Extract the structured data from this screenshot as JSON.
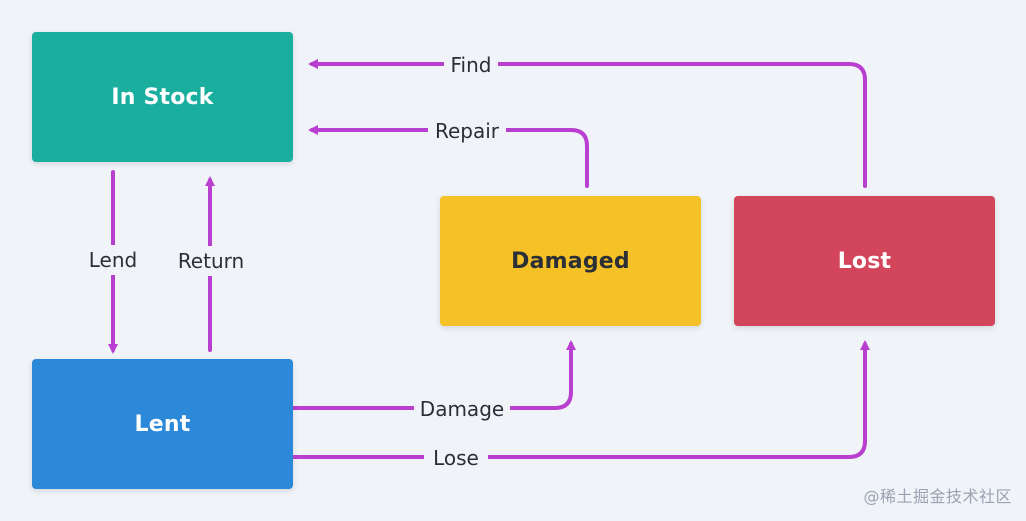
{
  "colors": {
    "background": "#f0f3f8",
    "arrow": "#b93fd0",
    "in_stock": "#1aae9f",
    "lent": "#2c88d9",
    "damaged": "#f4c127",
    "lost": "#d3455b"
  },
  "nodes": {
    "in_stock": {
      "label": "In Stock"
    },
    "lent": {
      "label": "Lent"
    },
    "damaged": {
      "label": "Damaged"
    },
    "lost": {
      "label": "Lost"
    }
  },
  "edges": {
    "find": {
      "label": "Find"
    },
    "repair": {
      "label": "Repair"
    },
    "lend": {
      "label": "Lend"
    },
    "return": {
      "label": "Return"
    },
    "damage": {
      "label": "Damage"
    },
    "lose": {
      "label": "Lose"
    }
  },
  "watermark": {
    "text": "@稀土掘金技术社区"
  }
}
